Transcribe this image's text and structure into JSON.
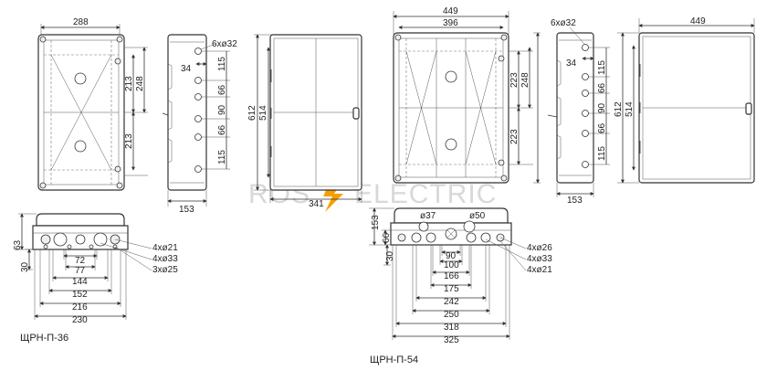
{
  "watermark": {
    "left": "ROS",
    "right": "ELECTRIC",
    "bolt_color": "#f5a000"
  },
  "models": {
    "small": "ЩРН-П-36",
    "large": "ЩРН-П-54"
  },
  "small": {
    "front_width": "288",
    "depth": "153",
    "door_width": "341",
    "height_outer": "612",
    "height_inner": "514",
    "pitch_a": "248",
    "pitch_b": "213",
    "pitch_c": "213",
    "side_holes": "6xø32",
    "side_offset": "34",
    "side_gaps": [
      "115",
      "66",
      "90",
      "66",
      "115"
    ],
    "bottom_height": "63",
    "bottom_low": "30",
    "bottom_dims": [
      "72",
      "77",
      "144",
      "152",
      "216",
      "230"
    ],
    "bottom_holes": [
      "4xø21",
      "4xø33",
      "3xø25"
    ]
  },
  "large": {
    "front_outer": "449",
    "front_inner": "396",
    "door_width": "449",
    "depth": "153",
    "height_outer": "612",
    "height_inner": "514",
    "pitch_a": "223",
    "pitch_b": "248",
    "pitch_c": "223",
    "side_holes": "6xø32",
    "side_offset": "34",
    "side_gaps": [
      "115",
      "66",
      "90",
      "66",
      "115"
    ],
    "bottom_height": "153",
    "bottom_mid": "66",
    "bottom_low": "30",
    "hole_a": "ø37",
    "hole_b": "ø50",
    "bottom_dims": [
      "90",
      "100",
      "166",
      "175",
      "242",
      "250",
      "318",
      "325"
    ],
    "bottom_holes": [
      "4xø26",
      "4xø33",
      "4xø21"
    ]
  }
}
